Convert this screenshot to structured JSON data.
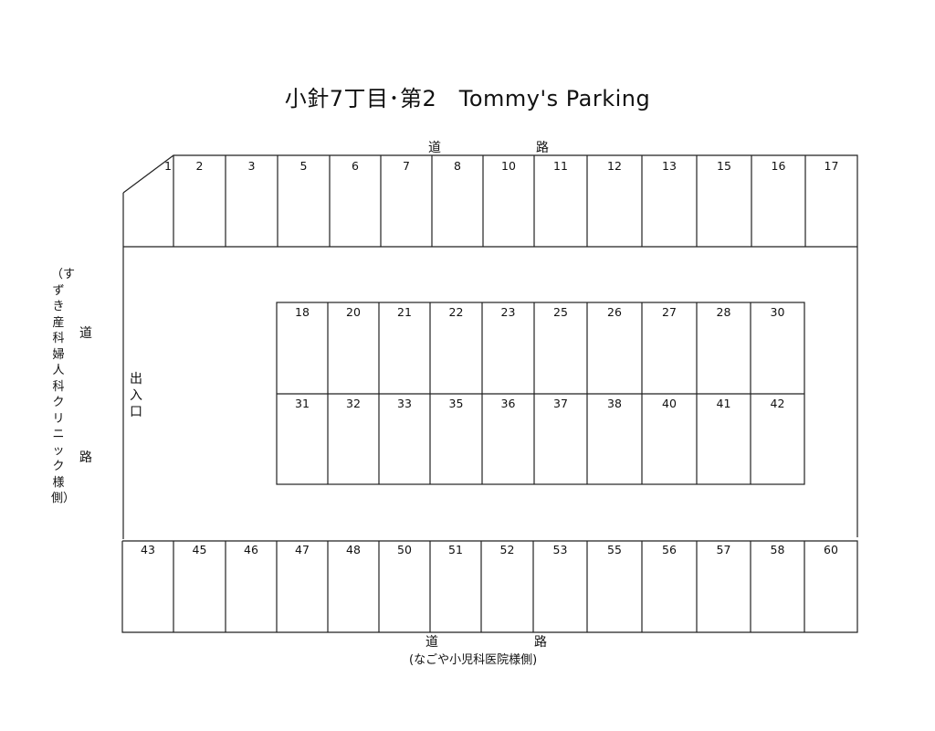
{
  "title": "小針7丁目･第2　Tommy's Parking",
  "roads": {
    "top": [
      "道",
      "路"
    ],
    "bottom": [
      "道",
      "路"
    ],
    "left": [
      "道",
      "路"
    ],
    "bottom_note": "(なごや小児科医院様側)",
    "left_note": "（すずき産科婦人科クリニック様側）"
  },
  "entrance": "出入口",
  "spaces": {
    "top_row": [
      "1",
      "2",
      "3",
      "5",
      "6",
      "7",
      "8",
      "10",
      "11",
      "12",
      "13",
      "15",
      "16",
      "17"
    ],
    "middle_upper": [
      "18",
      "20",
      "21",
      "22",
      "23",
      "25",
      "26",
      "27",
      "28",
      "30"
    ],
    "middle_lower": [
      "31",
      "32",
      "33",
      "35",
      "36",
      "37",
      "38",
      "40",
      "41",
      "42"
    ],
    "bottom_row": [
      "43",
      "45",
      "46",
      "47",
      "48",
      "50",
      "51",
      "52",
      "53",
      "55",
      "56",
      "57",
      "58",
      "60"
    ]
  }
}
